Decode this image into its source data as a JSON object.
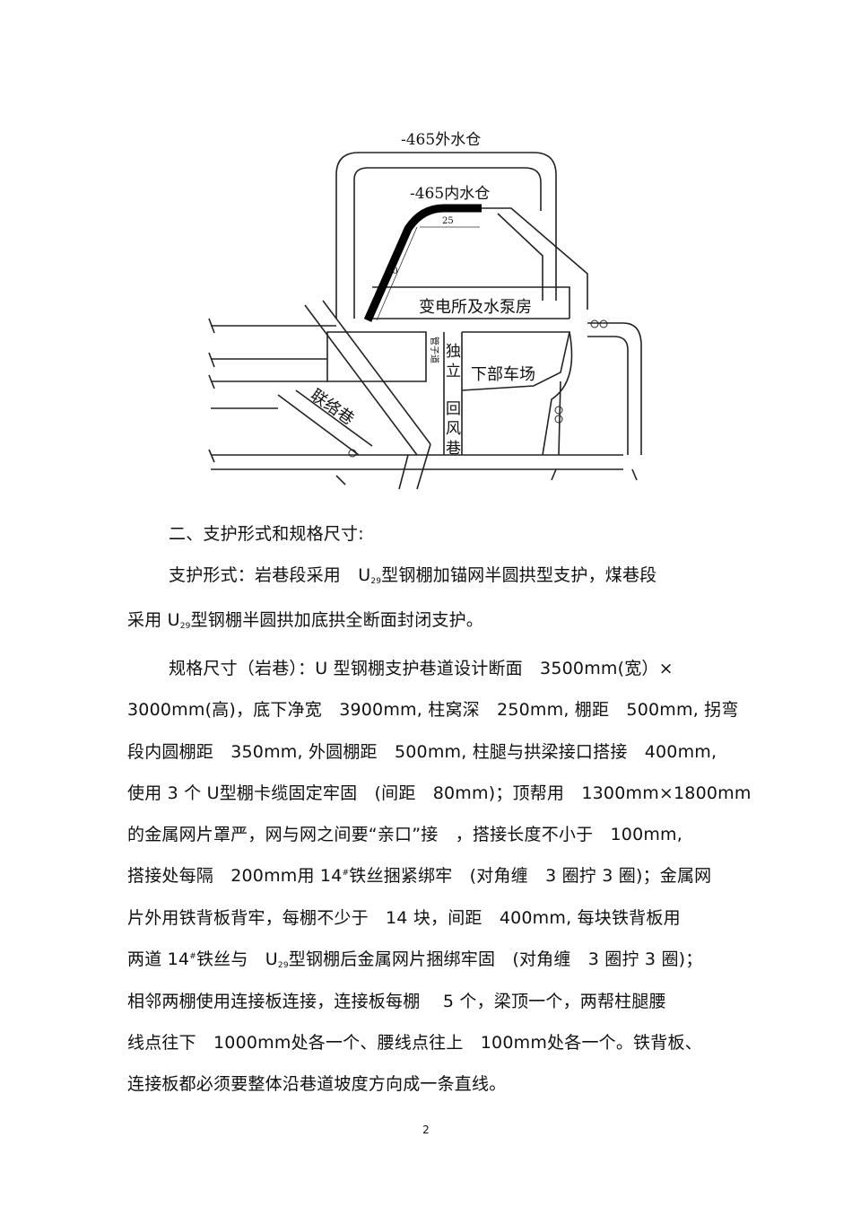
{
  "diagram": {
    "labels": {
      "outer_sump": "-465外水仓",
      "inner_sump": "-465内水仓",
      "dim_25": "25",
      "dim_40": "40",
      "substation": "变电所及水泵房",
      "lower_yard": "下部车场",
      "liaison": "联络巷",
      "ind_1": "独",
      "ind_2": "立",
      "ind_3": "回",
      "ind_4": "风",
      "ind_5": "巷",
      "side_note": "管子道"
    }
  },
  "text": {
    "heading": "二、支护形式和规格尺寸:",
    "p1_a": "支护形式：岩巷段采用　U",
    "p1_sub1": "29",
    "p1_b": "型钢棚加锚网半圆拱型支护，煤巷段",
    "p2_a": "采用 U",
    "p2_sub": "29",
    "p2_b": "型钢棚半圆拱加底拱全断面封闭支护。",
    "s1": "规格尺寸（岩巷）：U 型钢棚支护巷道设计断面　3500mm(宽）×",
    "s2": "3000mm(高)，底下净宽　3900mm, 柱窝深　250mm, 棚距　500mm, 拐弯",
    "s3": "段内圆棚距　350mm, 外圆棚距　500mm, 柱腿与拱梁接口搭接　400mm,",
    "s4": "使用 3 个 U型棚卡缆固定牢固　(间距　80mm)；顶帮用　1300mm×1800mm",
    "s5": "的金属网片罩严，网与网之间要“亲口”接　，搭接长度不小于　100mm,",
    "s6_a": "搭接处每隔　200mm用 14",
    "s6_sup": "#",
    "s6_b": "铁丝捆紧绑牢　(对角缠　3 圈拧 3 圈)；金属网",
    "s7": "片外用铁背板背牢，每棚不少于　14 块，间距　400mm, 每块铁背板用",
    "s8_a": "两道 14",
    "s8_sup": "#",
    "s8_b": "铁丝与　U",
    "s8_sub": "29",
    "s8_c": "型钢棚后金属网片捆绑牢固　(对角缠　3 圈拧 3 圈)；",
    "s9": "相邻两棚使用连接板连接，连接板每棚　 5 个，梁顶一个，两帮柱腿腰",
    "s10": "线点往下　1000mm处各一个、腰线点往上　100mm处各一个。铁背板、",
    "s11": "连接板都必须要整体沿巷道坡度方向成一条直线。"
  },
  "page_number": "2"
}
